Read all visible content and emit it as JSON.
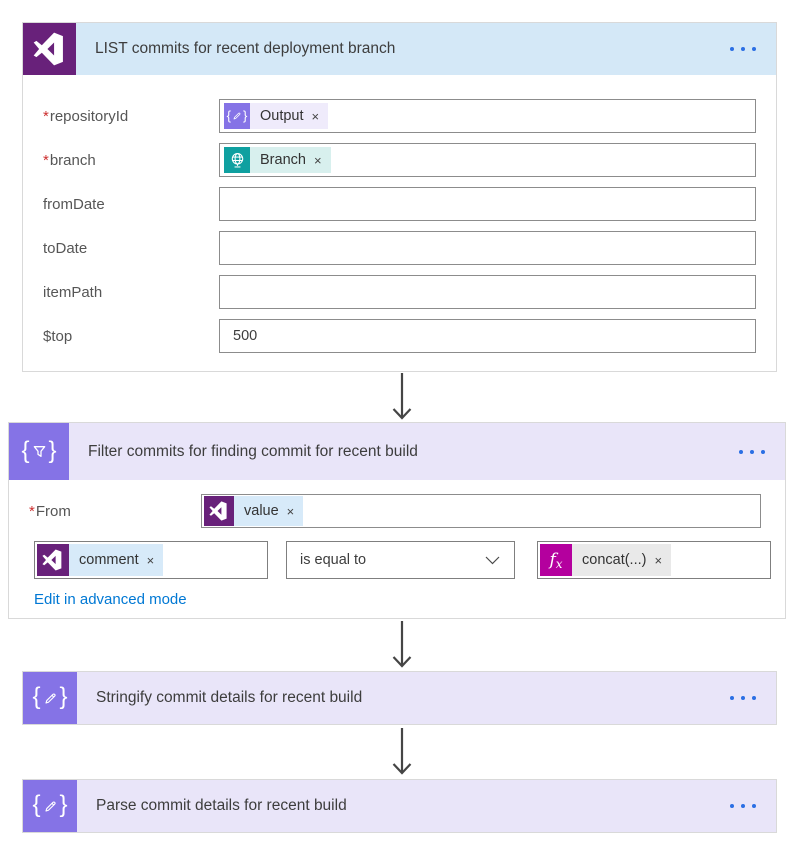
{
  "colors": {
    "vs_purple": "#68217A",
    "operation_purple": "#8573E6",
    "header_blue": "#D4E8F7",
    "header_lavender": "#E9E5F9",
    "teal": "#0FA0A0",
    "fx_magenta": "#B4009E",
    "ellipsis_blue": "#2B6FE4",
    "link_blue": "#0078D4",
    "required_red": "#CC2E2E",
    "arrow_gray": "#454545"
  },
  "icons": {
    "card1": "visual-studio-icon",
    "card2": "filter-braces-icon",
    "card3": "compose-pencil-braces-icon",
    "card4": "compose-pencil-braces-icon",
    "menu": "ellipsis-icon",
    "dropdown": "chevron-down-icon"
  },
  "cards": {
    "list_commits": {
      "title": "LIST commits for recent deployment branch",
      "fields": [
        {
          "req": "*",
          "label": "repositoryId",
          "token": {
            "icon": "compose-pencil-braces-icon",
            "text": "Output",
            "remove": "×"
          }
        },
        {
          "req": "*",
          "label": "branch",
          "token": {
            "icon": "globe-icon",
            "text": "Branch",
            "remove": "×"
          }
        },
        {
          "label": "fromDate",
          "value": ""
        },
        {
          "label": "toDate",
          "value": ""
        },
        {
          "label": "itemPath",
          "value": ""
        },
        {
          "label": "$top",
          "value": "500"
        }
      ]
    },
    "filter_commits": {
      "title": "Filter commits for finding commit for recent build",
      "from": {
        "req": "*",
        "label": "From",
        "token": {
          "icon": "visual-studio-icon",
          "text": "value",
          "remove": "×"
        }
      },
      "condition": {
        "left_token": {
          "icon": "visual-studio-icon",
          "text": "comment",
          "remove": "×"
        },
        "operator": "is equal to",
        "right_token": {
          "icon": "fx-icon",
          "text": "concat(...)",
          "remove": "×"
        }
      },
      "advanced_link": "Edit in advanced mode"
    },
    "stringify": {
      "title": "Stringify commit details for recent build"
    },
    "parse": {
      "title": "Parse commit details for recent build"
    }
  }
}
